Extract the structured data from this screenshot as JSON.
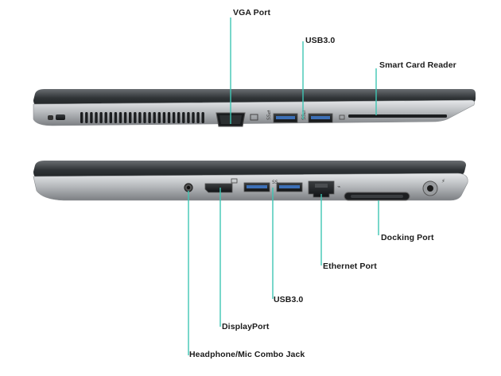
{
  "diagram": {
    "accent_color": "#3ec6b4",
    "views": [
      {
        "name": "left-side",
        "ports": [
          "kensington-lock",
          "vent-grille",
          "vga-port",
          "usb-3-port",
          "usb-3-port",
          "smart-card-slot"
        ]
      },
      {
        "name": "right-side",
        "ports": [
          "headphone-mic-jack",
          "displayport",
          "usb-3-port",
          "usb-3-port",
          "ethernet-port",
          "docking-port",
          "power-jack"
        ]
      }
    ],
    "labels": {
      "vga_port": "VGA Port",
      "usb_top": "USB3.0",
      "smart_card": "Smart Card Reader",
      "docking_port": "Docking Port",
      "ethernet_port": "Ethernet Port",
      "usb_bottom": "USB3.0",
      "displayport": "DisplayPort",
      "headphone_jack": "Headphone/Mic Combo Jack"
    }
  }
}
